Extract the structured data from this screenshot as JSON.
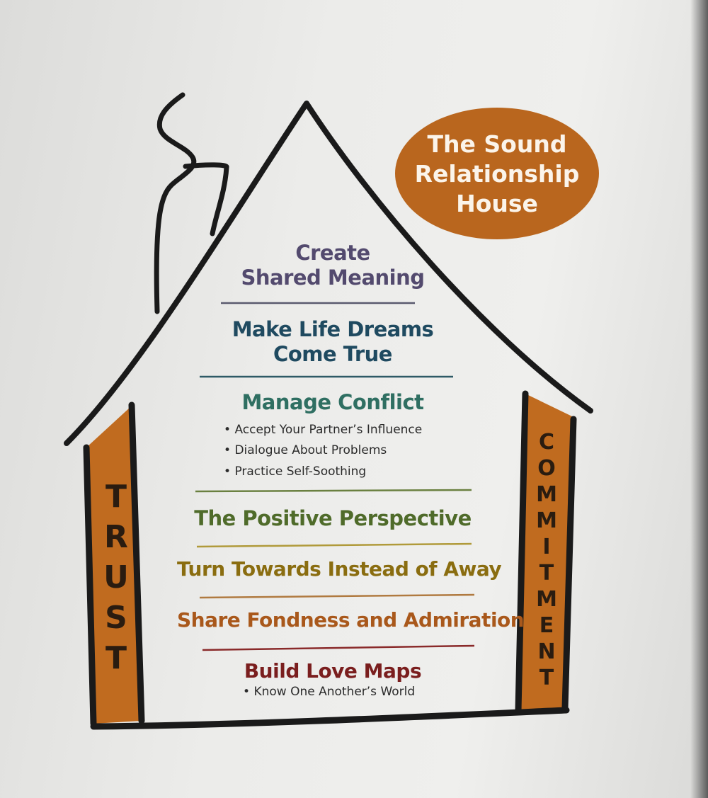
{
  "title": "The Sound\nRelationship\nHouse",
  "pillars": {
    "left": "TRUST",
    "right": "COMMITMENT"
  },
  "levels": [
    {
      "text": "Create\nShared Meaning",
      "color": "#534a6e"
    },
    {
      "text": "Make Life Dreams\nCome True",
      "color": "#1f4a60"
    },
    {
      "text": "Manage Conflict",
      "color": "#2f6f62",
      "bullets": [
        "Accept Your Partner’s Influence",
        "Dialogue About Problems",
        "Practice Self-Soothing"
      ]
    },
    {
      "text": "The Positive Perspective",
      "color": "#4f6b2a"
    },
    {
      "text": "Turn Towards Instead of Away",
      "color": "#8a6d10"
    },
    {
      "text": "Share Fondness and Admiration",
      "color": "#a9581b"
    },
    {
      "text": "Build Love Maps",
      "color": "#7a1e1e",
      "bullets": [
        "Know One Another’s World"
      ]
    }
  ],
  "colors": {
    "pillar": "#c06b1f",
    "outline": "#1a1a1a",
    "oval": "#b9661e"
  }
}
